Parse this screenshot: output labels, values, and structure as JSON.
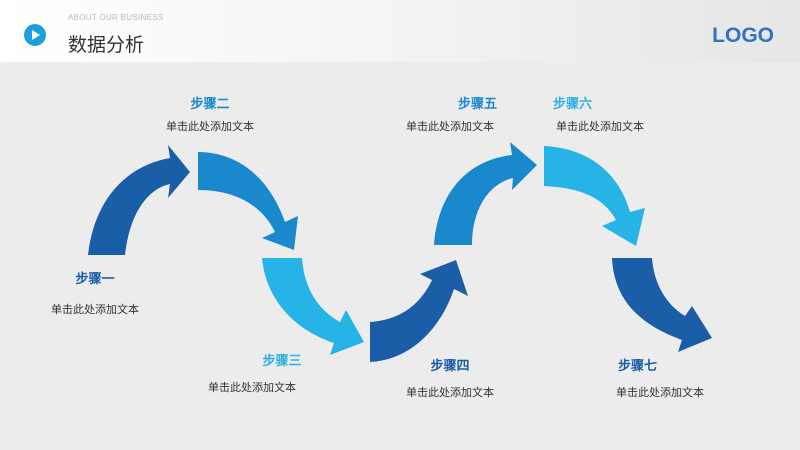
{
  "header": {
    "subtitle": "ABOUT OUR BUSINESS",
    "title": "数据分析",
    "logo": "LOGO"
  },
  "colors": {
    "dark_blue": "#1a5ea8",
    "mid_blue": "#1a88cc",
    "light_blue": "#26b3e6",
    "title_dark": "#1a5ea8",
    "title_light": "#2fb0e2"
  },
  "steps": [
    {
      "title": "步骤一",
      "text": "单击此处添加文本"
    },
    {
      "title": "步骤二",
      "text": "单击此处添加文本"
    },
    {
      "title": "步骤三",
      "text": "单击此处添加文本"
    },
    {
      "title": "步骤四",
      "text": "单击此处添加文本"
    },
    {
      "title": "步骤五",
      "text": "单击此处添加文本"
    },
    {
      "title": "步骤六",
      "text": "单击此处添加文本"
    },
    {
      "title": "步骤七",
      "text": "单击此处添加文本"
    }
  ]
}
